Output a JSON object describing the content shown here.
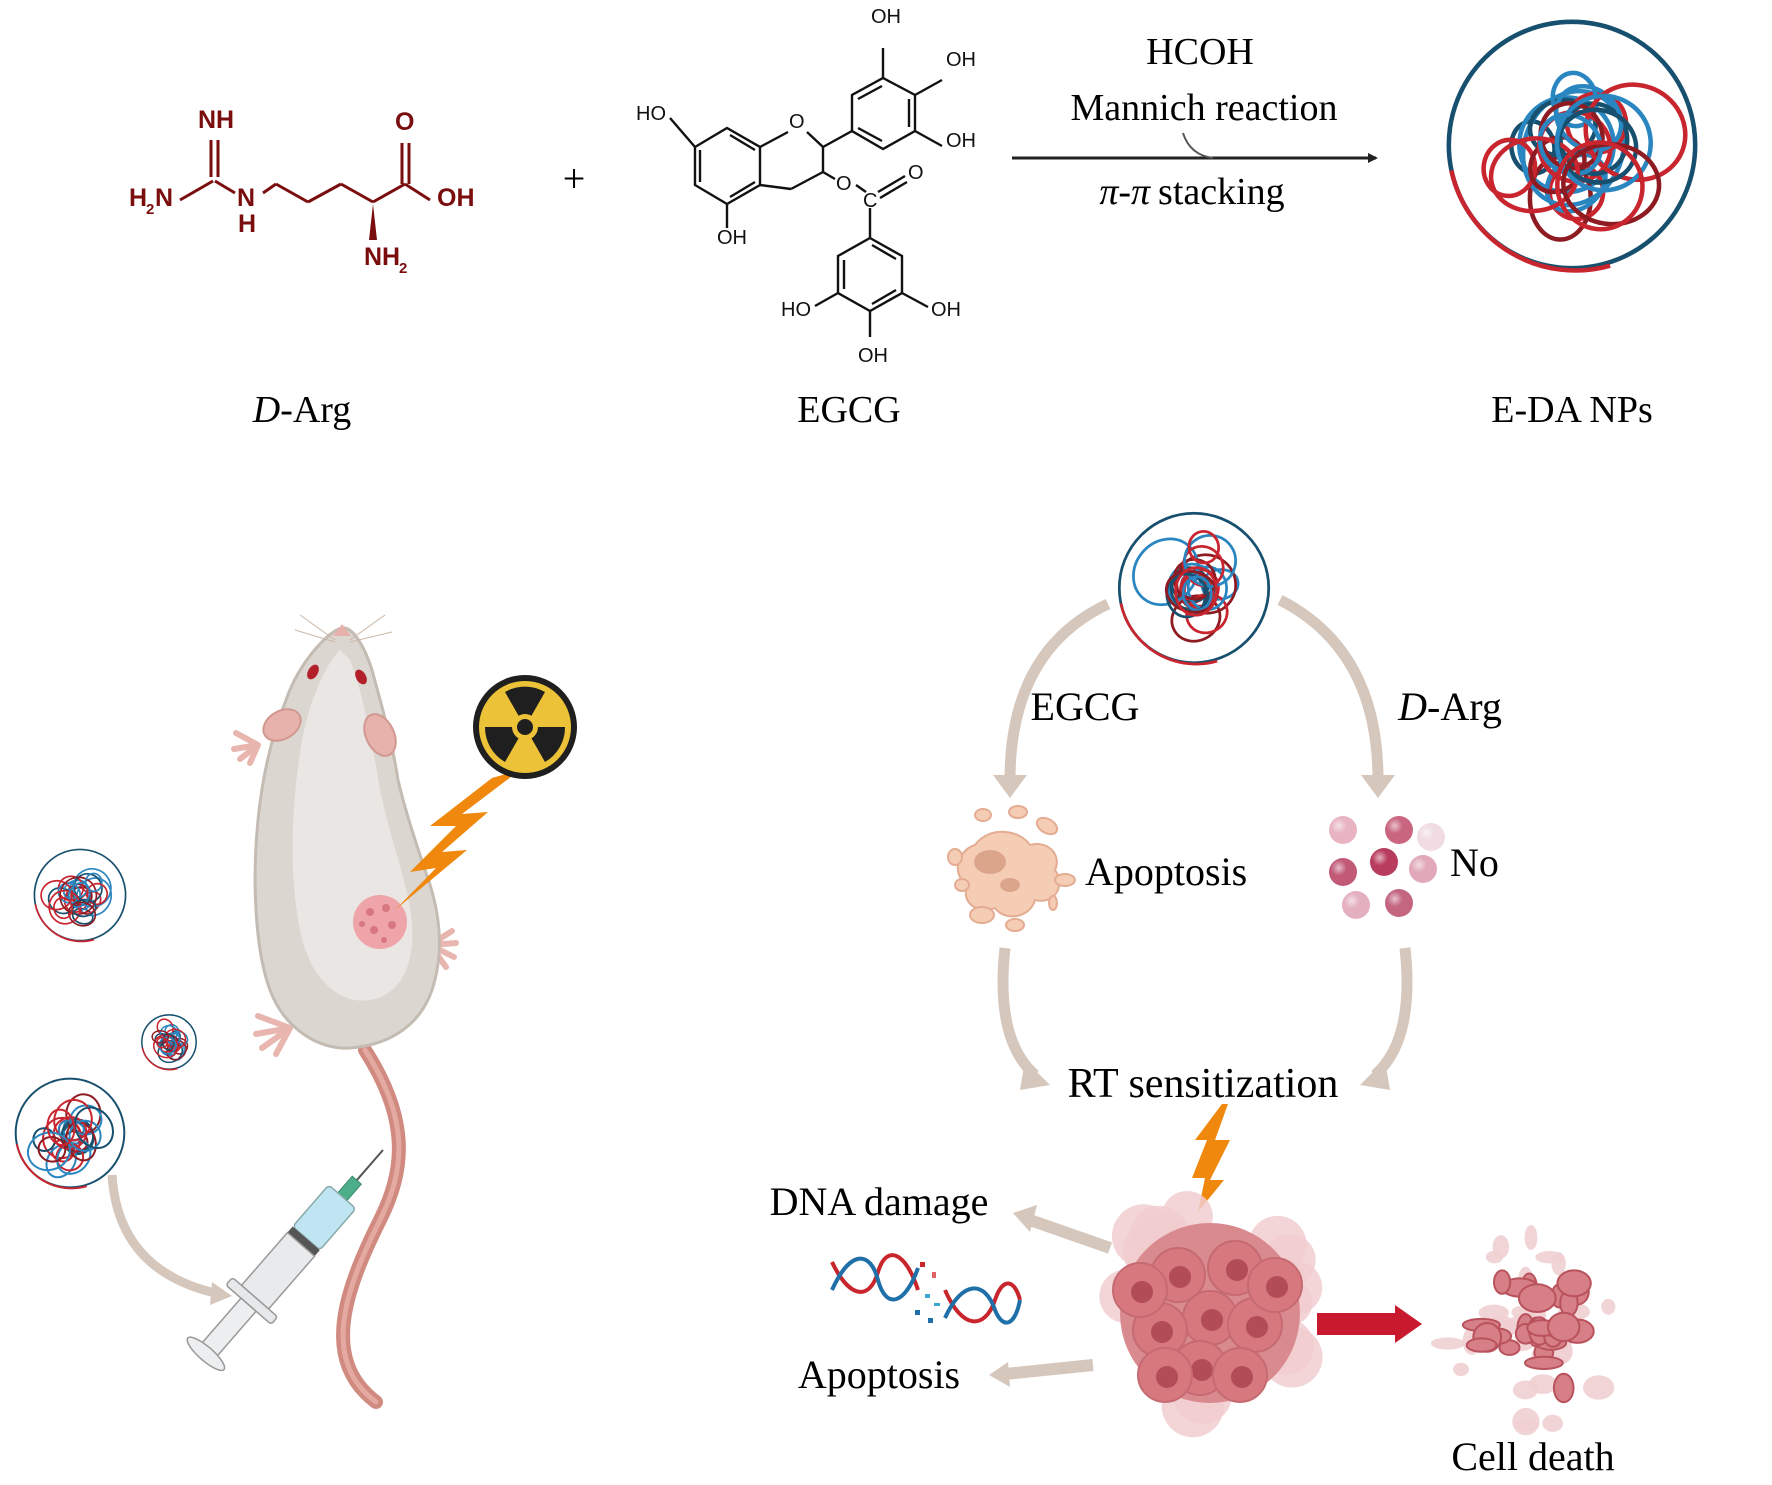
{
  "synthesis": {
    "reactant1": {
      "label_prefix": "D",
      "label_suffix": "-Arg",
      "atoms": {
        "nh_top": "NH",
        "h2n": "H",
        "h2n_sub": "2",
        "h2n_n": "N",
        "n": "N",
        "nh_h": "H",
        "o": "O",
        "oh": "OH",
        "nh2": "NH",
        "nh2_sub": "2"
      },
      "color": "#7a0e0e"
    },
    "plus": "+",
    "reactant2": {
      "label": "EGCG",
      "atoms": {
        "oh_top": "OH",
        "oh_r1": "OH",
        "oh_r2": "OH",
        "ho_left": "HO",
        "o_ring": "O",
        "oh_bottom": "OH",
        "o_ester": "O",
        "c_ester": "C",
        "o_carbonyl": "O",
        "ho_gall": "HO",
        "oh_gall_r": "OH",
        "oh_gall_b": "OH"
      }
    },
    "conditions": {
      "above_line1": "HCOH",
      "above_line2": "Mannich reaction",
      "below": "stacking",
      "below_pi": "π-π"
    },
    "product": {
      "label": "E-DA NPs"
    }
  },
  "in_vivo": {
    "icons": [
      "nanoparticle-icon",
      "mouse-icon",
      "tumor-icon",
      "radiation-icon",
      "lightning-icon",
      "syringe-icon"
    ]
  },
  "mechanism": {
    "branch_left": "EGCG",
    "branch_right_prefix": "D",
    "branch_right_suffix": "-Arg",
    "left_outcome": "Apoptosis",
    "right_outcome": "No",
    "converge": "RT sensitization",
    "effect_top": "DNA damage",
    "effect_bottom": "Apoptosis",
    "final": "Cell death"
  },
  "colors": {
    "np_red": "#c8252f",
    "np_dark_red": "#8e1b22",
    "np_blue": "#2a86c0",
    "np_dark_blue": "#17506e",
    "arrow_beige": "#d6c7bd",
    "lightning": "#f0880e",
    "radiation_yellow": "#ecc238",
    "red_arrow": "#c8192e",
    "tumor": "#d98a8f"
  }
}
